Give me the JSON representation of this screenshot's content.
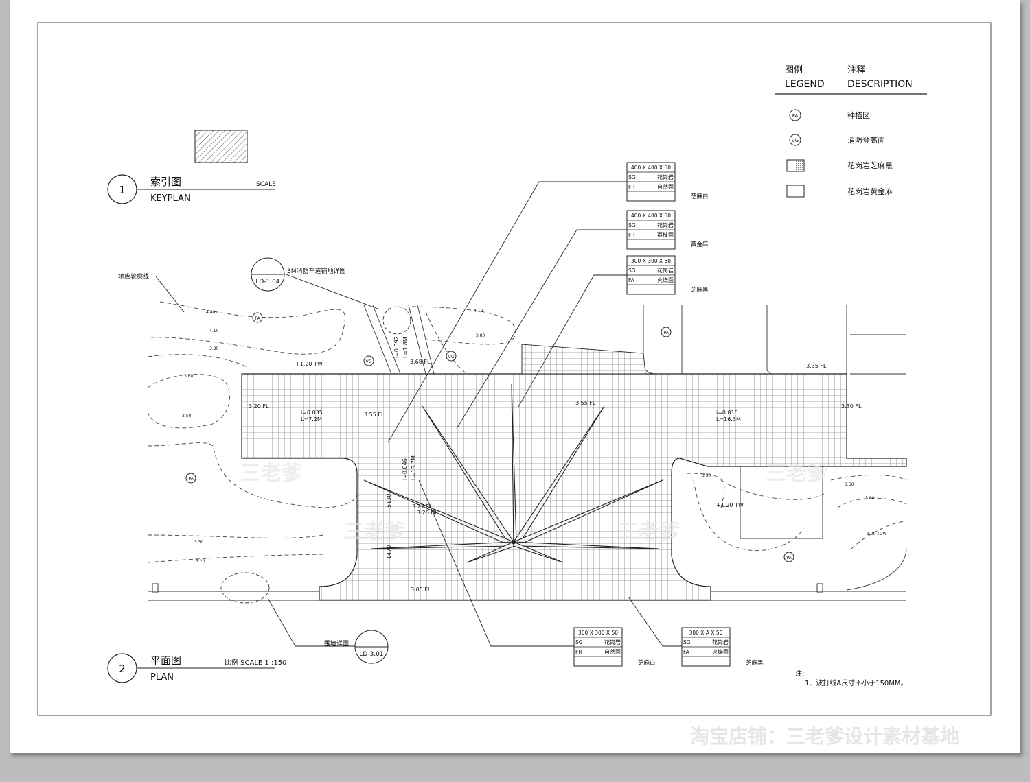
{
  "legend": {
    "header_cn_1": "图例",
    "header_en_1": "LEGEND",
    "header_cn_2": "注释",
    "header_en_2": "DESCRIPTION",
    "items": [
      {
        "symbol": "PA",
        "desc": "种植区"
      },
      {
        "symbol": "VG",
        "desc": "消防登高面"
      },
      {
        "symbol": "",
        "desc": "花岗岩芝麻黑"
      },
      {
        "symbol": "",
        "desc": "花岗岩黄金麻"
      }
    ]
  },
  "keyplan": {
    "num": "1",
    "title_cn": "索引图",
    "title_en": "KEYPLAN",
    "scale": "SCALE"
  },
  "plan": {
    "num": "2",
    "title_cn": "平面图",
    "title_en": "PLAN",
    "scale": "比例  SCALE 1 :150"
  },
  "material_tags": [
    {
      "size": "400 X 400 X 50",
      "code1": "SG",
      "desc1": "花岗岩",
      "code2": "FR",
      "desc2": "自然面",
      "note": "芝麻白"
    },
    {
      "size": "400 X 400 X 50",
      "code1": "SG",
      "desc1": "花岗岩",
      "code2": "FR",
      "desc2": "荔枝面",
      "note": "黄金麻"
    },
    {
      "size": "300 X 300 X 50",
      "code1": "SG",
      "desc1": "花岗岩",
      "code2": "FA",
      "desc2": "火烧面",
      "note": "芝麻黑"
    },
    {
      "size": "300 X 300 X 50",
      "code1": "SG",
      "desc1": "花岗岩",
      "code2": "FR",
      "desc2": "自然面",
      "note": "芝麻白"
    },
    {
      "size": "300 X A X 50",
      "code1": "SG",
      "desc1": "花岗岩",
      "code2": "FA",
      "desc2": "火烧面",
      "note": "芝麻黑"
    }
  ],
  "callouts": [
    {
      "code": "LD-1.04",
      "label": "3M消防车道铺地详图"
    },
    {
      "code": "LD-3.01",
      "label": "围墙详图"
    }
  ],
  "labels": {
    "basement_outline": "地库轮廓线",
    "pa": "PA",
    "vg": "VG",
    "tw1": "+1.20 TW",
    "tw2": "+1.20 TW",
    "fl_320": "3.20 FL",
    "fl_355a": "3.55 FL",
    "fl_368": "3.68 FL",
    "fl_355b": "3.55 FL",
    "fl_335": "3.35 FL",
    "fl_330": "3.30 FL",
    "fl_327": "3.27 FL",
    "gl_320": "3.20 GL",
    "fl_305": "3.05 FL",
    "slope1_i": "i=0.035",
    "slope1_l": "L=7.2M",
    "slope2_i": "i=0.015",
    "slope2_l": "L=16.3M",
    "slope3_i": "i=0.092",
    "slope3_l": "L=1.8M",
    "slope4_i": "i=0.046",
    "slope4_l": "L=13.7M",
    "dim_5130": "5130",
    "dim_1470": "1470",
    "c440": "4.40",
    "c410": "4.10",
    "c380": "3.80",
    "c360": "3.60",
    "c350": "3.50",
    "c320": "3.20",
    "c410b": "4.10",
    "c380b": "3.80",
    "c350r": "3.50",
    "c350r2": "3.50",
    "c360r": "3.60",
    "tow": "3.90 TOW"
  },
  "note": {
    "title": "注:",
    "line1": "1、波打线A尺寸不小于150MM。"
  },
  "watermark": {
    "text": "三老爹",
    "footer": "淘宝店铺：三老爹设计素材基地"
  }
}
